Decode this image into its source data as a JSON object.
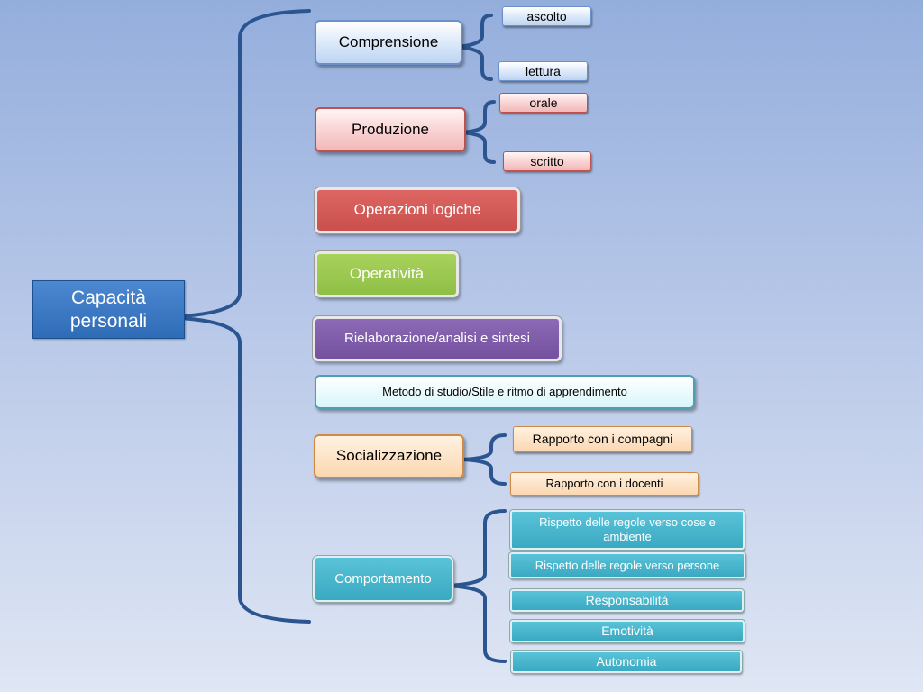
{
  "root": {
    "label": "Capacità personali"
  },
  "categories": {
    "comprensione": {
      "label": "Comprensione",
      "items": [
        "ascolto",
        "lettura"
      ]
    },
    "produzione": {
      "label": "Produzione",
      "items": [
        "orale",
        "scritto"
      ]
    },
    "operazioni_logiche": {
      "label": "Operazioni logiche"
    },
    "operativita": {
      "label": "Operatività"
    },
    "rielaborazione": {
      "label": "Rielaborazione/analisi e sintesi"
    },
    "metodo": {
      "label": "Metodo di studio/Stile e ritmo di apprendimento"
    },
    "socializzazione": {
      "label": "Socializzazione",
      "items": [
        "Rapporto con i compagni",
        "Rapporto con i docenti"
      ]
    },
    "comportamento": {
      "label": "Comportamento",
      "items": [
        "Rispetto delle regole verso cose e ambiente",
        "Rispetto delle regole verso persone",
        "Responsabilità",
        "Emotività",
        "Autonomia"
      ]
    }
  },
  "colors": {
    "connector": "#2b5590",
    "root": "#2f6cb7",
    "comprensione": "#bcd4f2",
    "produzione": "#f2b8b8",
    "operazioni_logiche": "#c9504c",
    "operativita": "#8fbf47",
    "rielaborazione": "#74519f",
    "metodo": "#d8f6fa",
    "socializzazione": "#fbd7b0",
    "comportamento": "#3aa9c2"
  }
}
